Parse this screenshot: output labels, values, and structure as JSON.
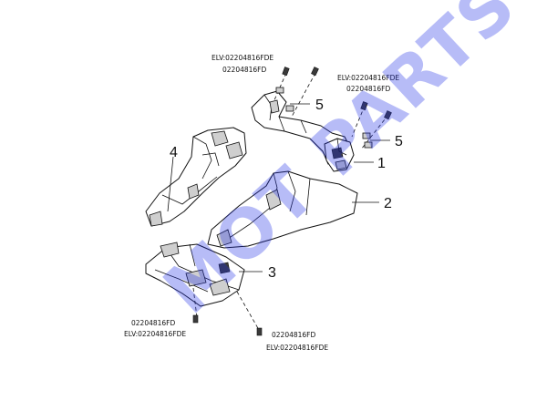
{
  "watermark": "MOT PARTS",
  "callouts": [
    {
      "id": "1",
      "label": "1"
    },
    {
      "id": "2",
      "label": "2"
    },
    {
      "id": "3",
      "label": "3"
    },
    {
      "id": "4",
      "label": "4"
    },
    {
      "id": "5a",
      "label": "5"
    },
    {
      "id": "5b",
      "label": "5"
    }
  ],
  "part_codes": {
    "top_left_elv": "ELV:02204816FDE",
    "top_left_code": "02204816FD",
    "top_right_elv": "ELV:02204816FDE",
    "top_right_code": "02204816FD",
    "bottom_left_code": "02204816FD",
    "bottom_left_elv": "ELV:02204816FDE",
    "bottom_right_code": "02204816FD",
    "bottom_right_elv": "ELV:02204816FDE"
  }
}
